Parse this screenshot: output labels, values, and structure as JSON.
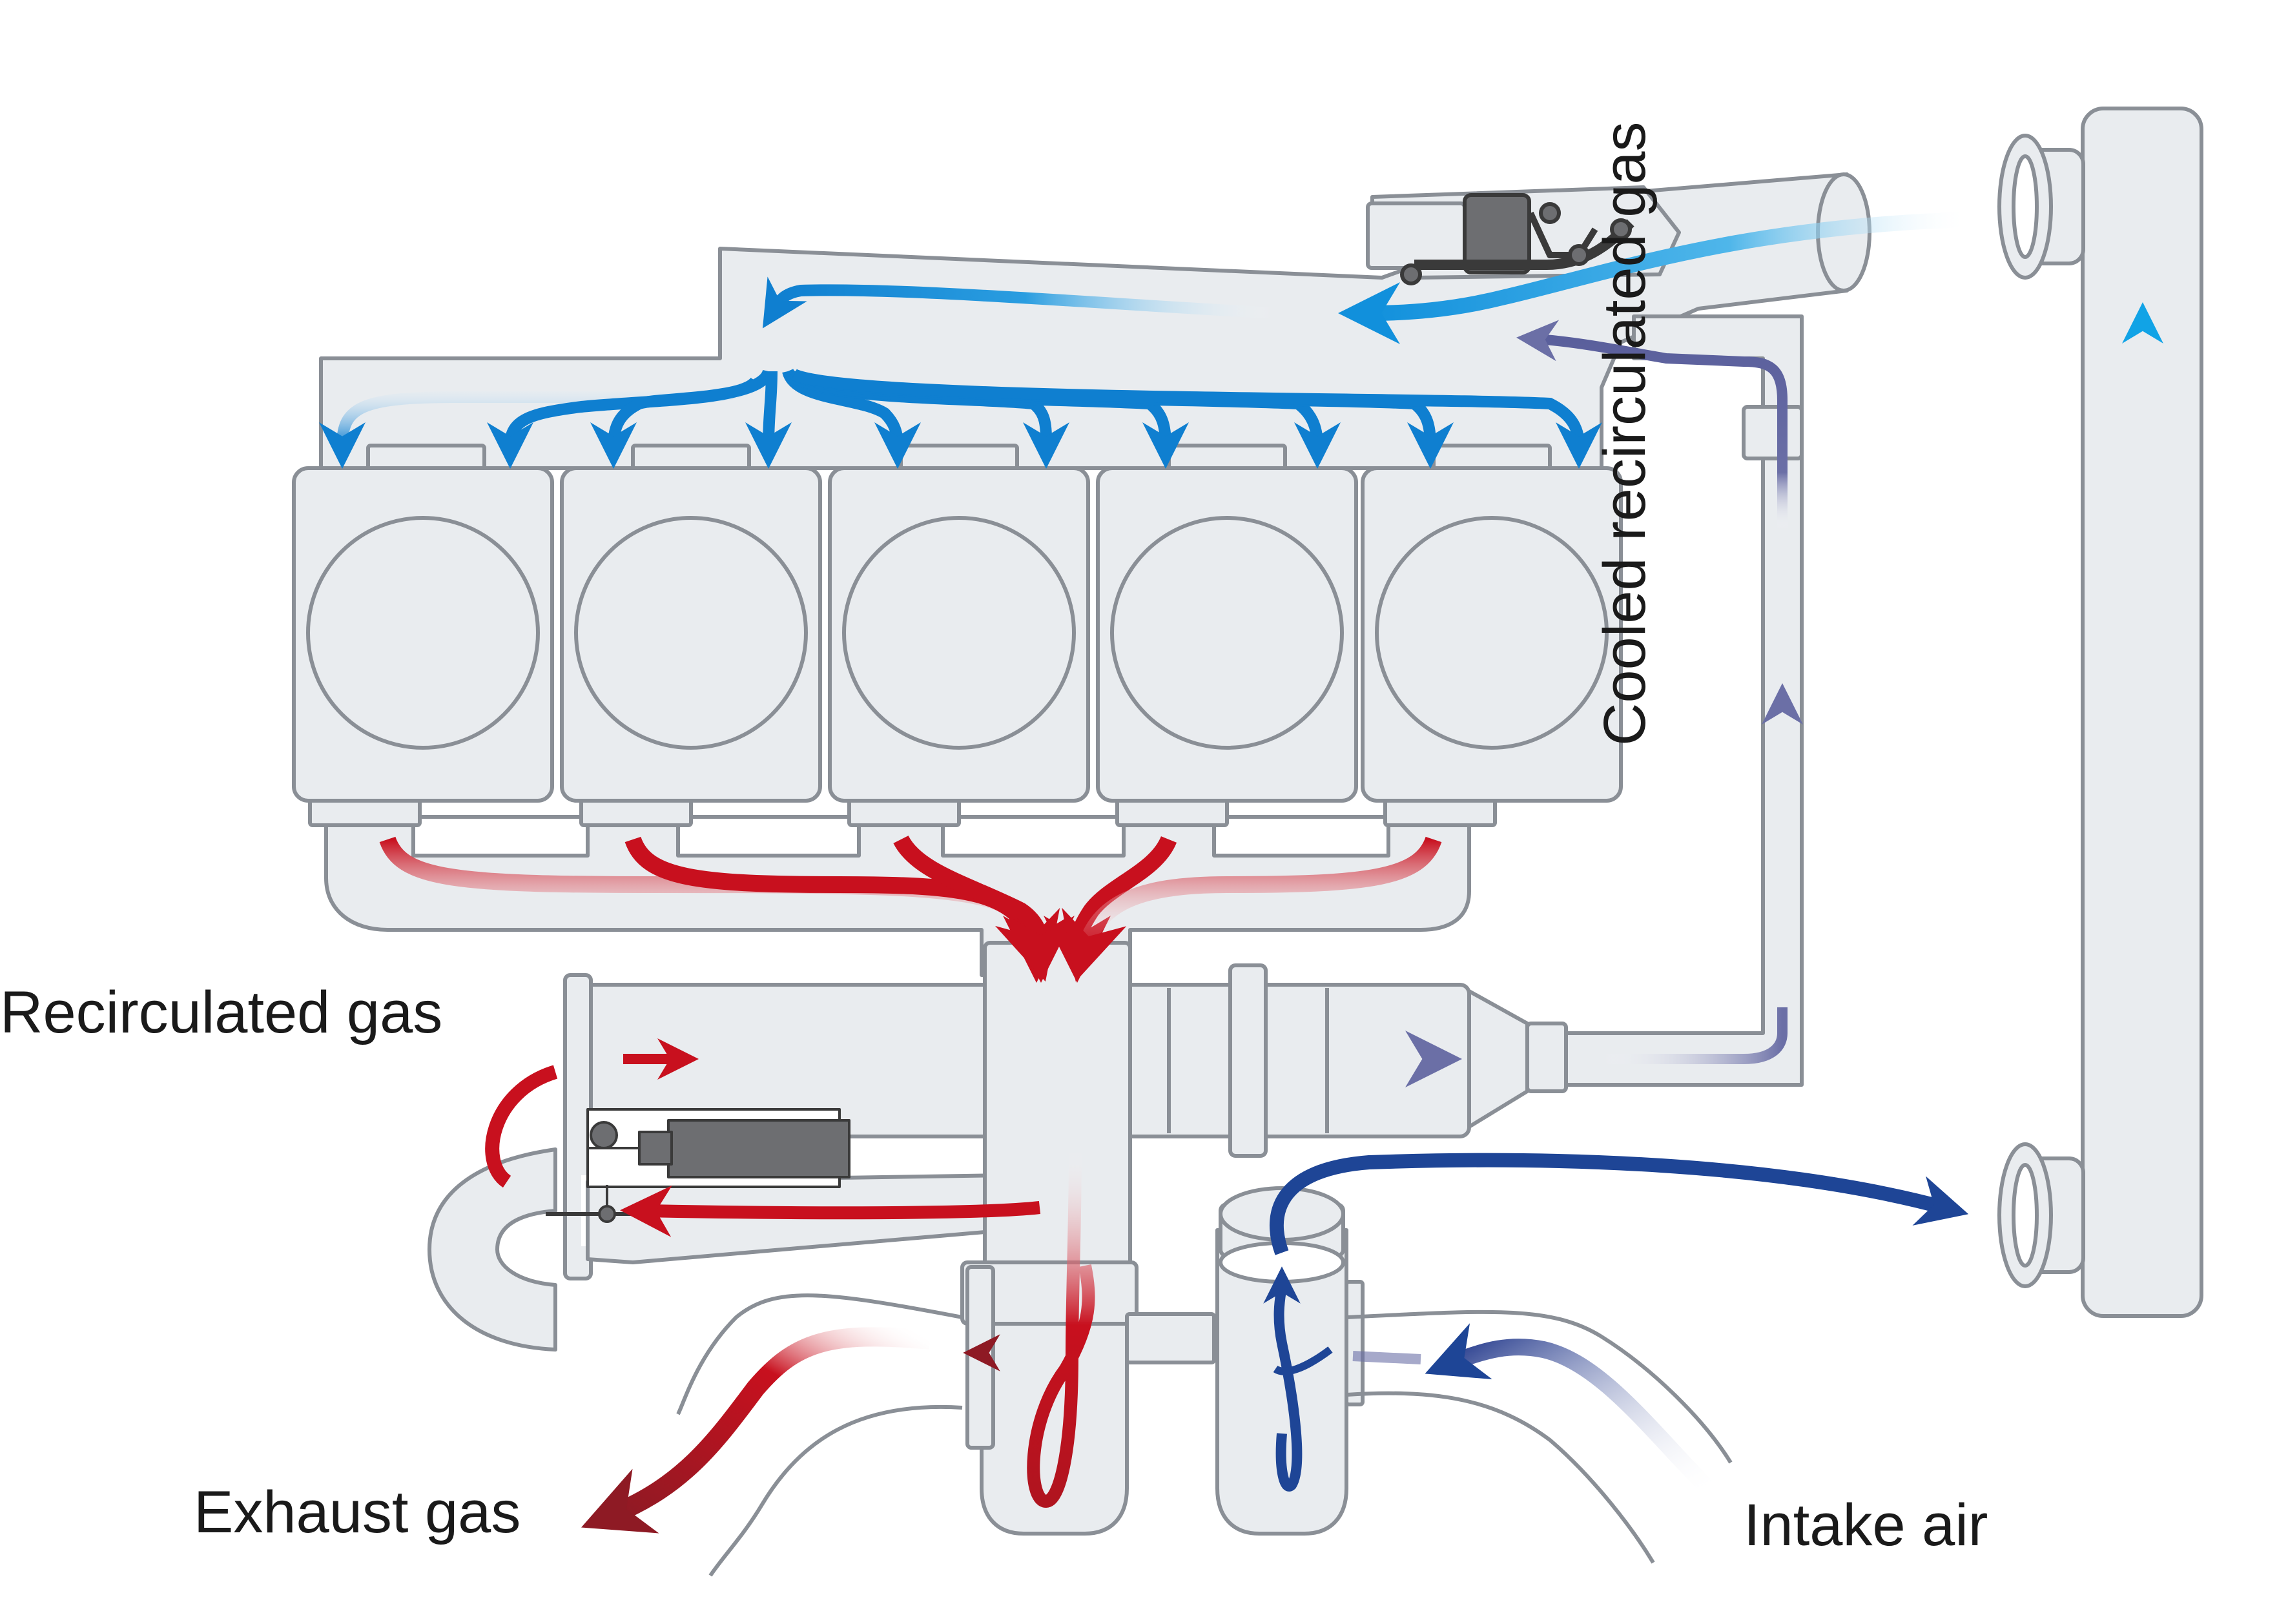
{
  "labels": {
    "recirculated_gas": "Recirculated gas",
    "exhaust_gas": "Exhaust gas",
    "intake_air": "Intake air",
    "cooled_recirculated_gas": "Cooled recirculated gas"
  },
  "colors": {
    "component_fill": "#e9ecef",
    "component_stroke": "#8a8f96",
    "hot_red": "#c8101e",
    "dark_red": "#9b1b25",
    "intake_blue": "#1e4596",
    "charge_blue": "#0f84d0",
    "cooled_purple": "#6b6fa6",
    "actuator_grey": "#6d6e71"
  },
  "cylinders": 5
}
